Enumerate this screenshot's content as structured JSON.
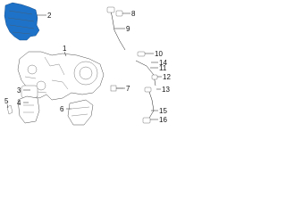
{
  "diagram": {
    "highlight_color": "#1e73c8",
    "line_color": "#222222",
    "callouts": [
      {
        "id": "c1",
        "label": "1"
      },
      {
        "id": "c2",
        "label": "2"
      },
      {
        "id": "c3",
        "label": "3"
      },
      {
        "id": "c4",
        "label": "4"
      },
      {
        "id": "c5",
        "label": "5"
      },
      {
        "id": "c6",
        "label": "6"
      },
      {
        "id": "c7",
        "label": "7"
      },
      {
        "id": "c8",
        "label": "8"
      },
      {
        "id": "c9",
        "label": "9"
      },
      {
        "id": "c10",
        "label": "10"
      },
      {
        "id": "c11",
        "label": "11"
      },
      {
        "id": "c12",
        "label": "12"
      },
      {
        "id": "c13",
        "label": "13"
      },
      {
        "id": "c14",
        "label": "14"
      },
      {
        "id": "c15",
        "label": "15"
      },
      {
        "id": "c16",
        "label": "16"
      }
    ]
  }
}
